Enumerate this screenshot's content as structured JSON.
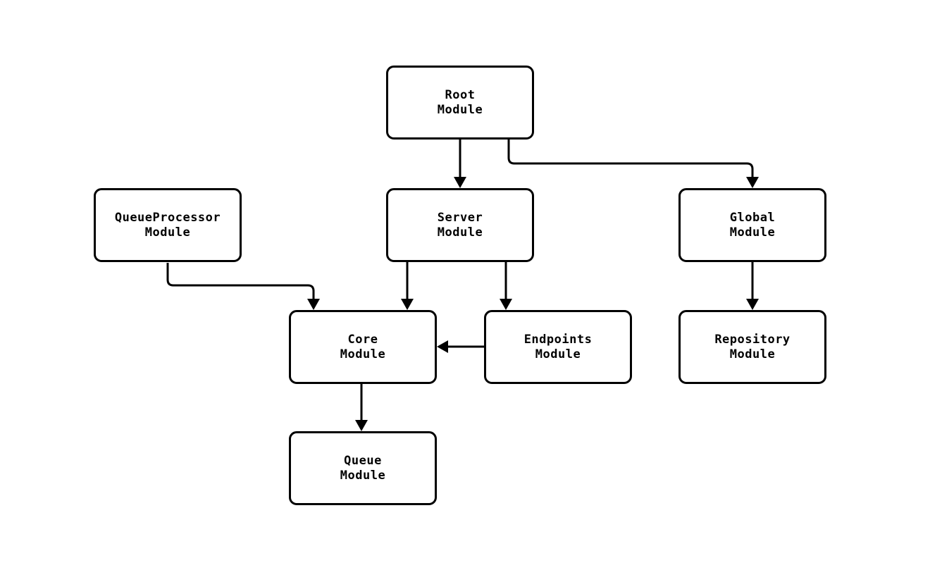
{
  "diagram": {
    "type": "module-dependency-flowchart",
    "background_color": "#ffffff",
    "node_border_color": "#000000",
    "node_fill_color": "#ffffff",
    "text_color": "#000000",
    "edge_color": "#000000",
    "nodes": [
      {
        "id": "root",
        "label": "Root\nModule"
      },
      {
        "id": "queueprocessor",
        "label": "QueueProcessor\nModule"
      },
      {
        "id": "server",
        "label": "Server\nModule"
      },
      {
        "id": "global",
        "label": "Global\nModule"
      },
      {
        "id": "core",
        "label": "Core\nModule"
      },
      {
        "id": "endpoints",
        "label": "Endpoints\nModule"
      },
      {
        "id": "repository",
        "label": "Repository\nModule"
      },
      {
        "id": "queue",
        "label": "Queue\nModule"
      }
    ],
    "edges": [
      {
        "from": "root",
        "to": "server"
      },
      {
        "from": "root",
        "to": "global"
      },
      {
        "from": "queueprocessor",
        "to": "core"
      },
      {
        "from": "server",
        "to": "core"
      },
      {
        "from": "server",
        "to": "endpoints"
      },
      {
        "from": "endpoints",
        "to": "core"
      },
      {
        "from": "global",
        "to": "repository"
      },
      {
        "from": "core",
        "to": "queue"
      }
    ]
  }
}
